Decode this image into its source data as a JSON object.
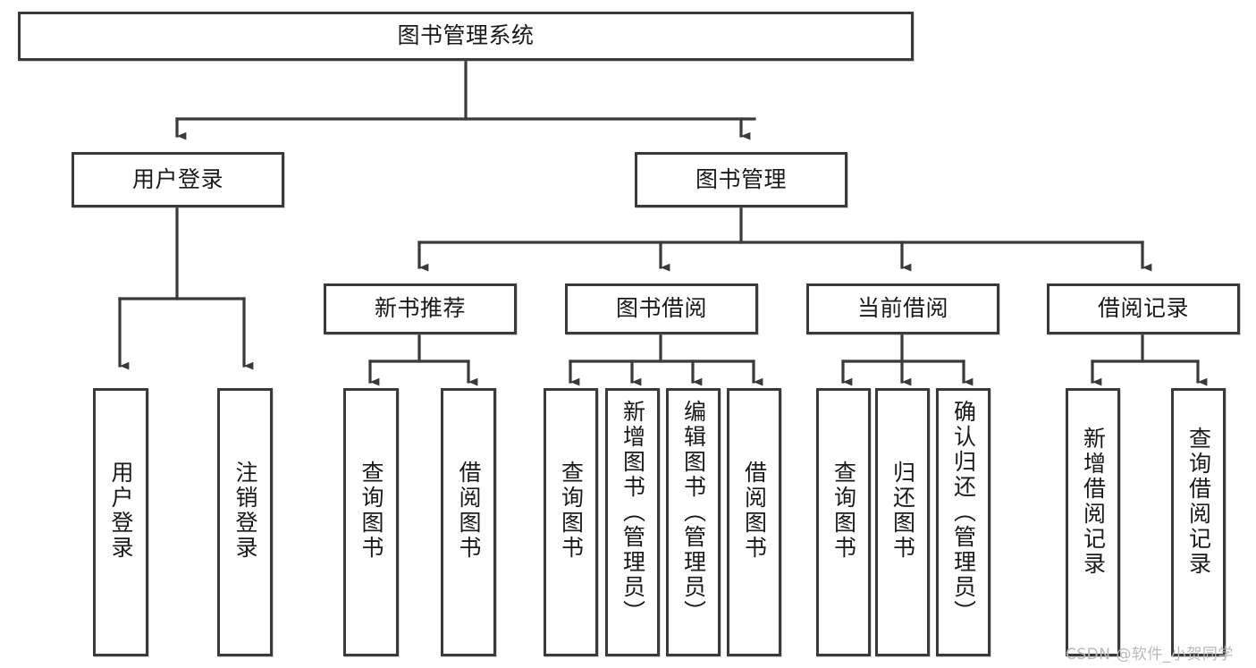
{
  "diagram": {
    "type": "tree-hierarchy",
    "title": "图书管理系统",
    "root": {
      "label": "图书管理系统"
    },
    "level2": [
      {
        "id": "user-login",
        "label": "用户登录"
      },
      {
        "id": "book-management",
        "label": "图书管理"
      }
    ],
    "level3": [
      {
        "id": "new-book-recommend",
        "label": "新书推荐",
        "parent": "book-management"
      },
      {
        "id": "book-borrow",
        "label": "图书借阅",
        "parent": "book-management"
      },
      {
        "id": "current-borrow",
        "label": "当前借阅",
        "parent": "book-management"
      },
      {
        "id": "borrow-record",
        "label": "借阅记录",
        "parent": "book-management"
      }
    ],
    "leaves": {
      "user-login": [
        {
          "id": "leaf-user-login",
          "label": "用户登录"
        },
        {
          "id": "leaf-user-logout",
          "label": "注销登录"
        }
      ],
      "new-book-recommend": [
        {
          "id": "leaf-query-book-1",
          "label": "查询图书"
        },
        {
          "id": "leaf-borrow-book-1",
          "label": "借阅图书"
        }
      ],
      "book-borrow": [
        {
          "id": "leaf-query-book-2",
          "label": "查询图书"
        },
        {
          "id": "leaf-add-book",
          "label": "新增图书（管理员）"
        },
        {
          "id": "leaf-edit-book",
          "label": "编辑图书（管理员）"
        },
        {
          "id": "leaf-borrow-book-2",
          "label": "借阅图书"
        }
      ],
      "current-borrow": [
        {
          "id": "leaf-query-book-3",
          "label": "查询图书"
        },
        {
          "id": "leaf-return-book",
          "label": "归还图书"
        },
        {
          "id": "leaf-confirm-return",
          "label": "确认归还（管理员）"
        }
      ],
      "borrow-record": [
        {
          "id": "leaf-add-record",
          "label": "新增借阅记录"
        },
        {
          "id": "leaf-query-record",
          "label": "查询借阅记录"
        }
      ]
    },
    "colors": {
      "stroke": "#3a3a3a",
      "fill": "#ffffff",
      "text": "#1a1a1a",
      "watermark": "#b9b9b9"
    }
  },
  "watermark": {
    "text": "CSDN @软件_小贺同学"
  }
}
